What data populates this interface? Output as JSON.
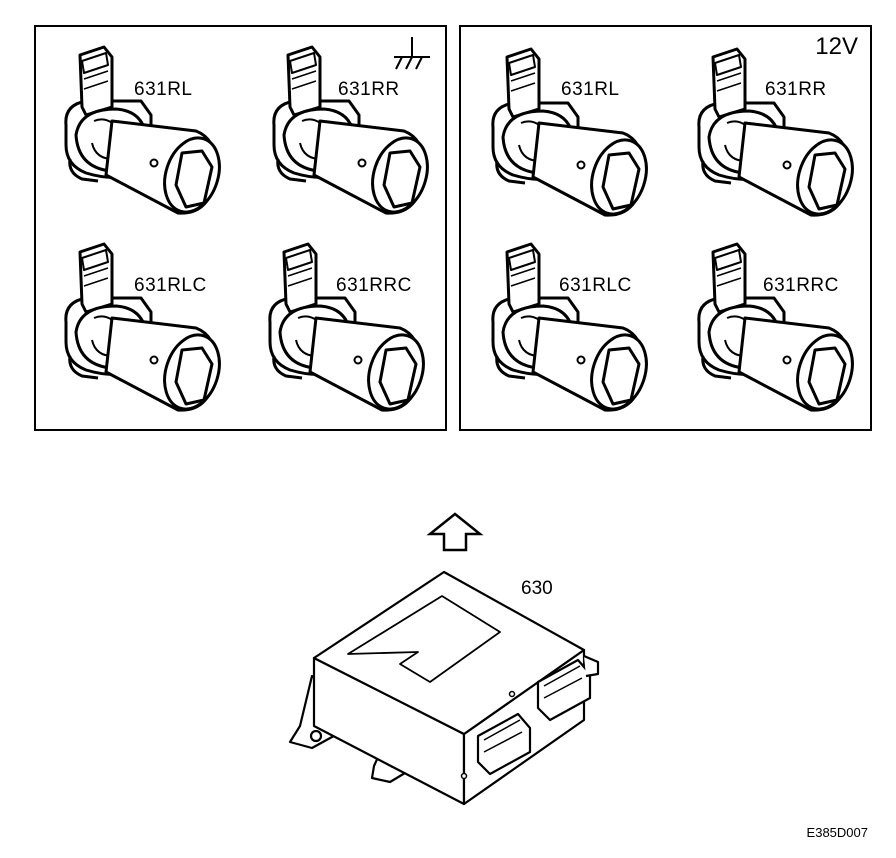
{
  "diagram": {
    "panels": [
      {
        "id": "ground",
        "tag_icon": "ground-icon",
        "tag_text": "",
        "sensors": [
          {
            "label": "631RL"
          },
          {
            "label": "631RR"
          },
          {
            "label": "631RLC"
          },
          {
            "label": "631RRC"
          }
        ]
      },
      {
        "id": "supply",
        "tag_icon": "",
        "tag_text": "12V",
        "sensors": [
          {
            "label": "631RL"
          },
          {
            "label": "631RR"
          },
          {
            "label": "631RLC"
          },
          {
            "label": "631RRC"
          }
        ]
      }
    ],
    "arrow_icon": "arrow-up-icon",
    "module": {
      "label": "630",
      "icon": "control-module-icon"
    },
    "figure_code": "E385D007"
  }
}
